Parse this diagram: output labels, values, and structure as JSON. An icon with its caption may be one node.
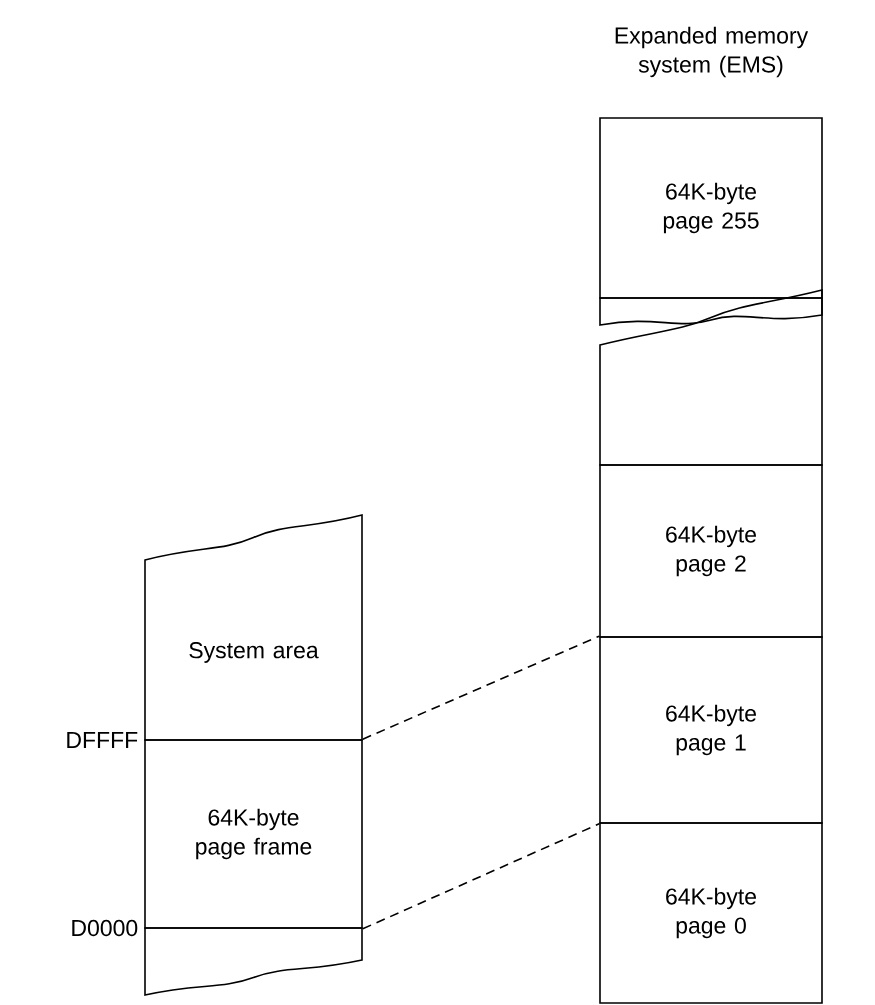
{
  "diagram": {
    "title": "Expanded memory system (EMS)",
    "nodes": [
      {
        "text": [
          "System area"
        ]
      },
      {
        "text": [
          "64K-byte page frame"
        ]
      },
      {
        "text": [],
        "shape": "box"
      },
      {
        "text": [
          "64K-byte page 255"
        ]
      },
      {
        "text": [],
        "shape": "box"
      },
      {
        "text": [],
        "shape": "box"
      },
      {
        "text": [
          "64K-byte page 2"
        ]
      },
      {
        "text": [
          "64K-byte page 1"
        ]
      },
      {
        "text": [
          "64K-byte page 0"
        ]
      }
    ],
    "edges": [
      {
        "from": 1,
        "to": 7,
        "arrow": "none",
        "style": "dashed"
      },
      {
        "from": 1,
        "to": 7,
        "arrow": "none",
        "style": "dashed"
      }
    ],
    "labels": [
      "DFFFF",
      "D0000"
    ]
  }
}
